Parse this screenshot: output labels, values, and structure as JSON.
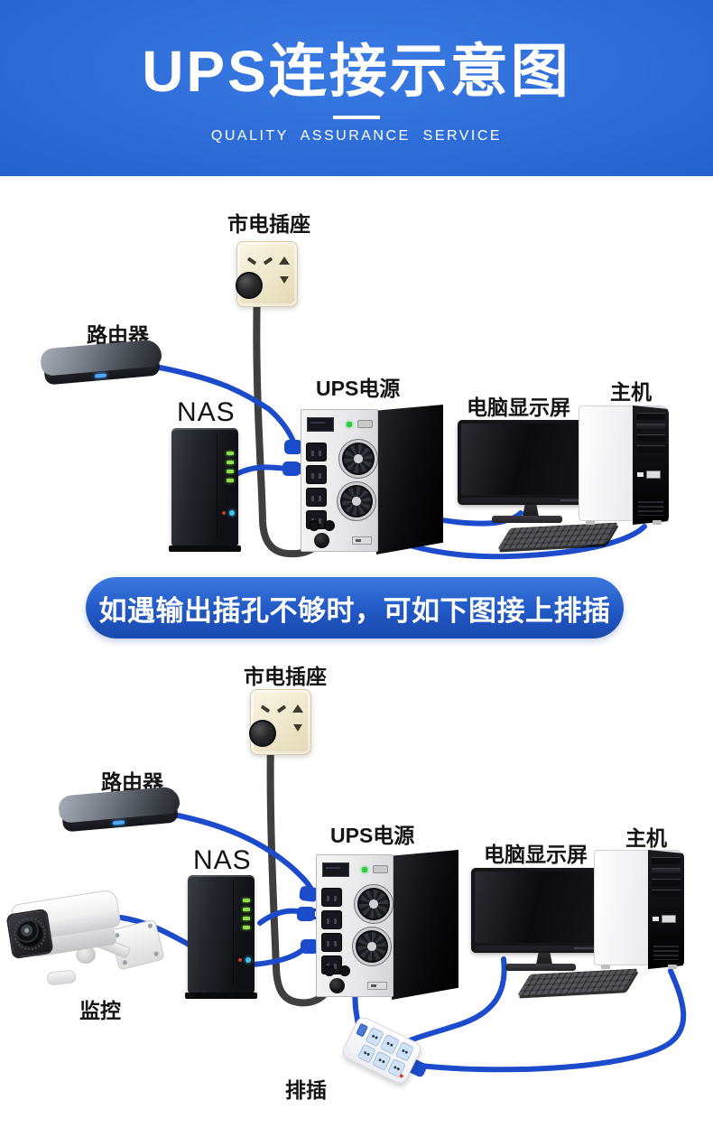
{
  "header": {
    "title": "UPS连接示意图",
    "subtitle": "QUALITY ASSURANCE SERVICE"
  },
  "banner": {
    "text": "如遇输出插孔不够时，可如下图接上排插"
  },
  "colors": {
    "header_blue": "#2563cf",
    "banner_blue": "#2158c4",
    "cable_blue": "#1c4ccc",
    "cable_black": "#3f3f3f",
    "socket_beige": "#efe7cb",
    "nas_led_green": "#8ce04a",
    "router_led_blue": "#4fa8ff",
    "strip_socket_blue": "#cfe2f6"
  },
  "diagram_top": {
    "labels": {
      "socket": "市电插座",
      "router": "路由器",
      "nas": "NAS",
      "ups": "UPS电源",
      "monitor": "电脑显示屏",
      "pc": "主机"
    }
  },
  "diagram_bottom": {
    "labels": {
      "socket": "市电插座",
      "router": "路由器",
      "nas": "NAS",
      "ups": "UPS电源",
      "monitor": "电脑显示屏",
      "pc": "主机",
      "camera": "监控",
      "strip": "排插"
    }
  }
}
